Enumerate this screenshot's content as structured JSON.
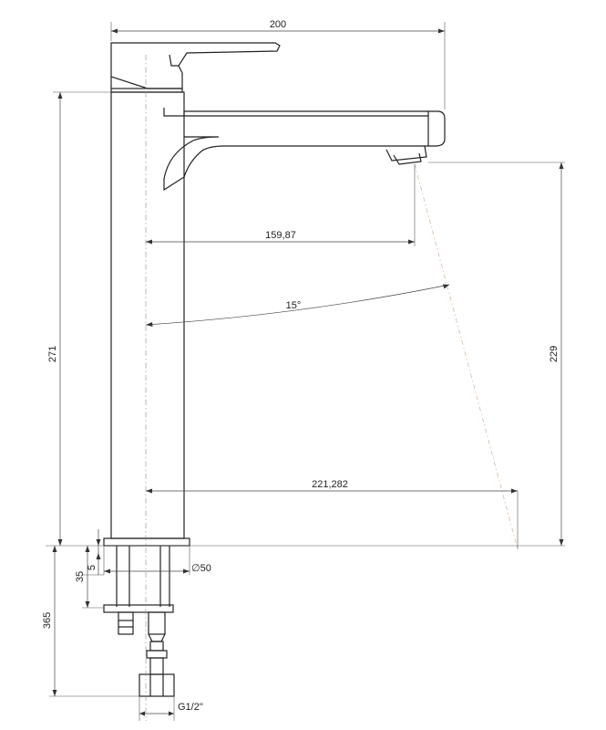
{
  "dimensions": {
    "overall_width": "200",
    "spout_reach": "159,87",
    "spray_angle": "15°",
    "spray_reach": "221,282",
    "body_height": "271",
    "spout_height": "229",
    "deck_thickness_max": "35",
    "deck_thickness_min": "5",
    "base_diameter": "∅50",
    "total_below_deck": "365",
    "connector_thread": "G1/2\""
  }
}
